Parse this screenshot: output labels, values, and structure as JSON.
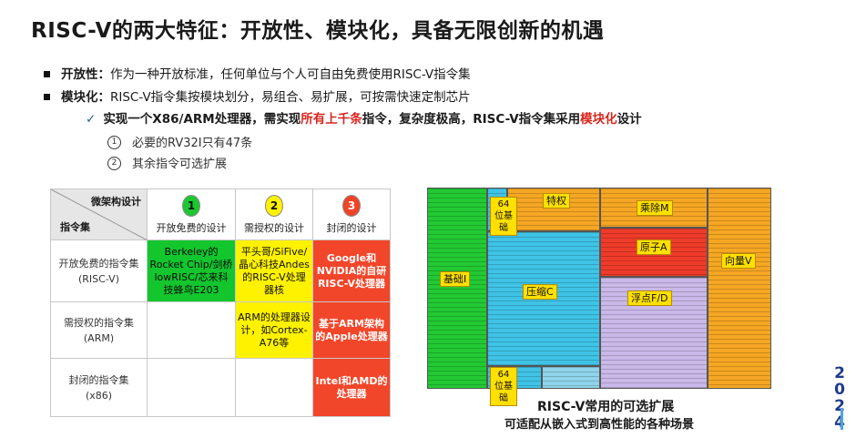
{
  "title": "RISC-V的两大特征：开放性、模块化，具备无限创新的机遇",
  "bullets": [
    {
      "label": "开放性：",
      "text": "作为一种开放标准，任何单位与个人可自由免费使用RISC-V指令集"
    },
    {
      "label": "模块化：",
      "text": "RISC-V指令集按模块划分，易组合、易扩展，可按需快速定制芯片"
    }
  ],
  "sub": {
    "check": "✓",
    "t1": "实现一个X86/ARM处理器，需实现",
    "t2": "所有上千条",
    "t3": "指令，复杂度极高，RISC-V指令集采用",
    "t4": "模块化",
    "t5": "设计"
  },
  "numbered": [
    {
      "num": "①",
      "text": "必要的RV32I只有47条"
    },
    {
      "num": "②",
      "text": "其余指令可选扩展"
    }
  ],
  "table": {
    "corner_top": "微架构设计",
    "corner_bottom": "指令集",
    "columns": [
      {
        "num": "1",
        "label": "开放免费的设计"
      },
      {
        "num": "2",
        "label": "需授权的设计"
      },
      {
        "num": "3",
        "label": "封闭的设计"
      }
    ],
    "rows": [
      {
        "h1": "开放免费的指令集",
        "h2": "(RISC-V)",
        "c1": "Berkeley的Rocket Chip/剑桥lowRISC/芯来科技蜂鸟E203",
        "c2": "平头哥/SiFive/晶心科技Andes的RISC-V处理器核",
        "c3": "Google和NVIDIA的自研RISC-V处理器"
      },
      {
        "h1": "需授权的指令集",
        "h2": "(ARM)",
        "c1": "",
        "c2": "ARM的处理器设计，如Cortex-A76等",
        "c3": "基于ARM架构的Apple处理器"
      },
      {
        "h1": "封闭的指令集",
        "h2": "(x86)",
        "c1": "",
        "c2": "",
        "c3": "Intel和AMD的处理器"
      }
    ]
  },
  "diagram": {
    "labels": {
      "base_i": "基础I",
      "base64_top": "64位基础",
      "privileged": "特权",
      "compressed": "压缩C",
      "base64_bottom": "64位基础",
      "muldiv": "乘除M",
      "atomic": "原子A",
      "float": "浮点F/D",
      "vector": "向量V"
    },
    "colors": {
      "green": "#22c933",
      "cyan": "#3fc3e6",
      "orange": "#f5a623",
      "red": "#ee3b2a",
      "lavender": "#c9b8e8",
      "yellow": "#ffe000"
    }
  },
  "caption1": "RISC-V常用的可选扩展",
  "caption2": "可适配从嵌入式到高性能的各种场景",
  "year": "2024"
}
